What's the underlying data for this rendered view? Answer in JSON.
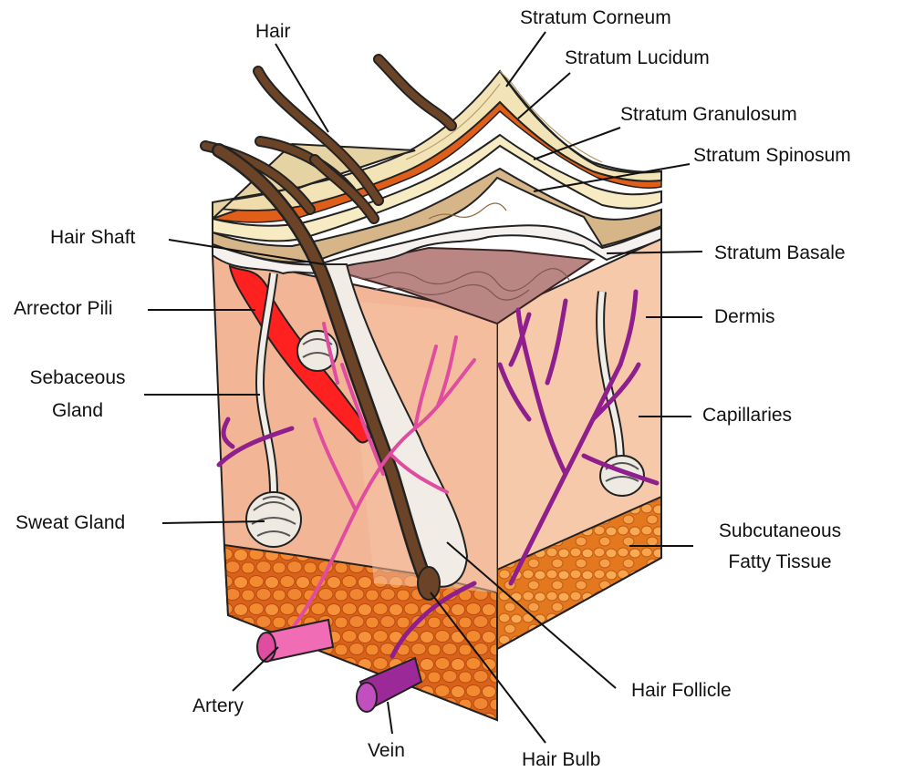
{
  "diagram": {
    "labels": {
      "hair": "Hair",
      "stratum_corneum": "Stratum Corneum",
      "stratum_lucidum": "Stratum Lucidum",
      "stratum_granulosum": "Stratum Granulosum",
      "stratum_spinosum": "Stratum Spinosum",
      "hair_shaft": "Hair Shaft",
      "stratum_basale": "Stratum Basale",
      "arrector_pili": "Arrector Pili",
      "dermis": "Dermis",
      "sebaceous_gland_line1": "Sebaceous",
      "sebaceous_gland_line2": "Gland",
      "capillaries": "Capillaries",
      "sweat_gland": "Sweat Gland",
      "subcutaneous_line1": "Subcutaneous",
      "subcutaneous_line2": "Fatty Tissue",
      "artery": "Artery",
      "hair_follicle": "Hair Follicle",
      "vein": "Vein",
      "hair_bulb": "Hair Bulb"
    },
    "colors": {
      "dermis": "#f5c4a8",
      "dermis_dark": "#e8a98b",
      "fat": "#e8701c",
      "fat_light": "#f59a45",
      "corneum": "#f3e3b4",
      "lucidum": "#e0621b",
      "spinosum": "#d9b98a",
      "basale_top": "#b58a86",
      "hair": "#6b4427",
      "arrector": "#ff1e1e",
      "artery": "#e04ca0",
      "vein": "#8e1f8c",
      "gland": "#efece6"
    }
  }
}
